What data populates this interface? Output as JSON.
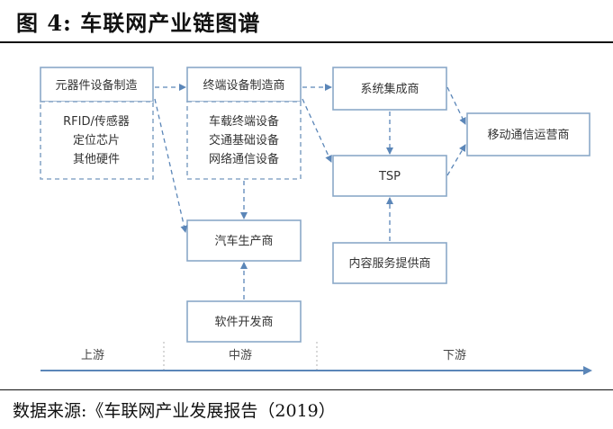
{
  "title": "图 4:  车联网产业链图谱",
  "source": "数据来源:《车联网产业发展报告（2019）",
  "nodes": {
    "components": "元器件设备制造",
    "components_items": [
      "RFID/传感器",
      "定位芯片",
      "其他硬件"
    ],
    "terminal": "终端设备制造商",
    "terminal_items": [
      "车载终端设备",
      "交通基础设备",
      "网络通信设备"
    ],
    "integrator": "系统集成商",
    "tsp": "TSP",
    "carrier": "移动通信运营商",
    "oem": "汽车生产商",
    "software": "软件开发商",
    "content": "内容服务提供商"
  },
  "stages": [
    "上游",
    "中游",
    "下游"
  ],
  "colors": {
    "box_border": "#8aa8c8",
    "arrow": "#5b86b8",
    "text": "#333333"
  }
}
